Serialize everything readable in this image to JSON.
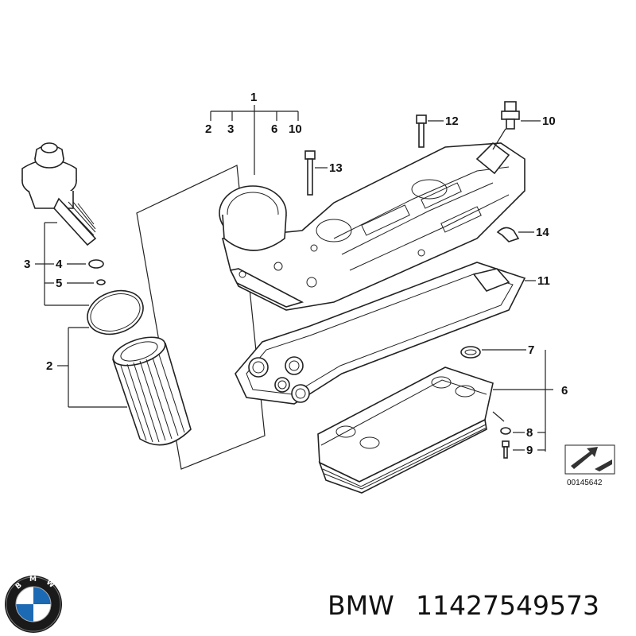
{
  "diagram": {
    "callouts": {
      "c1": "1",
      "c1_sub": [
        "2",
        "3",
        "6",
        "10"
      ],
      "c2": "2",
      "c3": "3",
      "c4": "4",
      "c5": "5",
      "c6": "6",
      "c7": "7",
      "c8": "8",
      "c9": "9",
      "c10": "10",
      "c11": "11",
      "c12": "12",
      "c13": "13",
      "c14": "14"
    },
    "reference_number": "00145642"
  },
  "footer": {
    "brand": "BMW",
    "part_number": "11427549573"
  },
  "colors": {
    "bmw_blue": "#1c69b4",
    "line": "#222222"
  }
}
